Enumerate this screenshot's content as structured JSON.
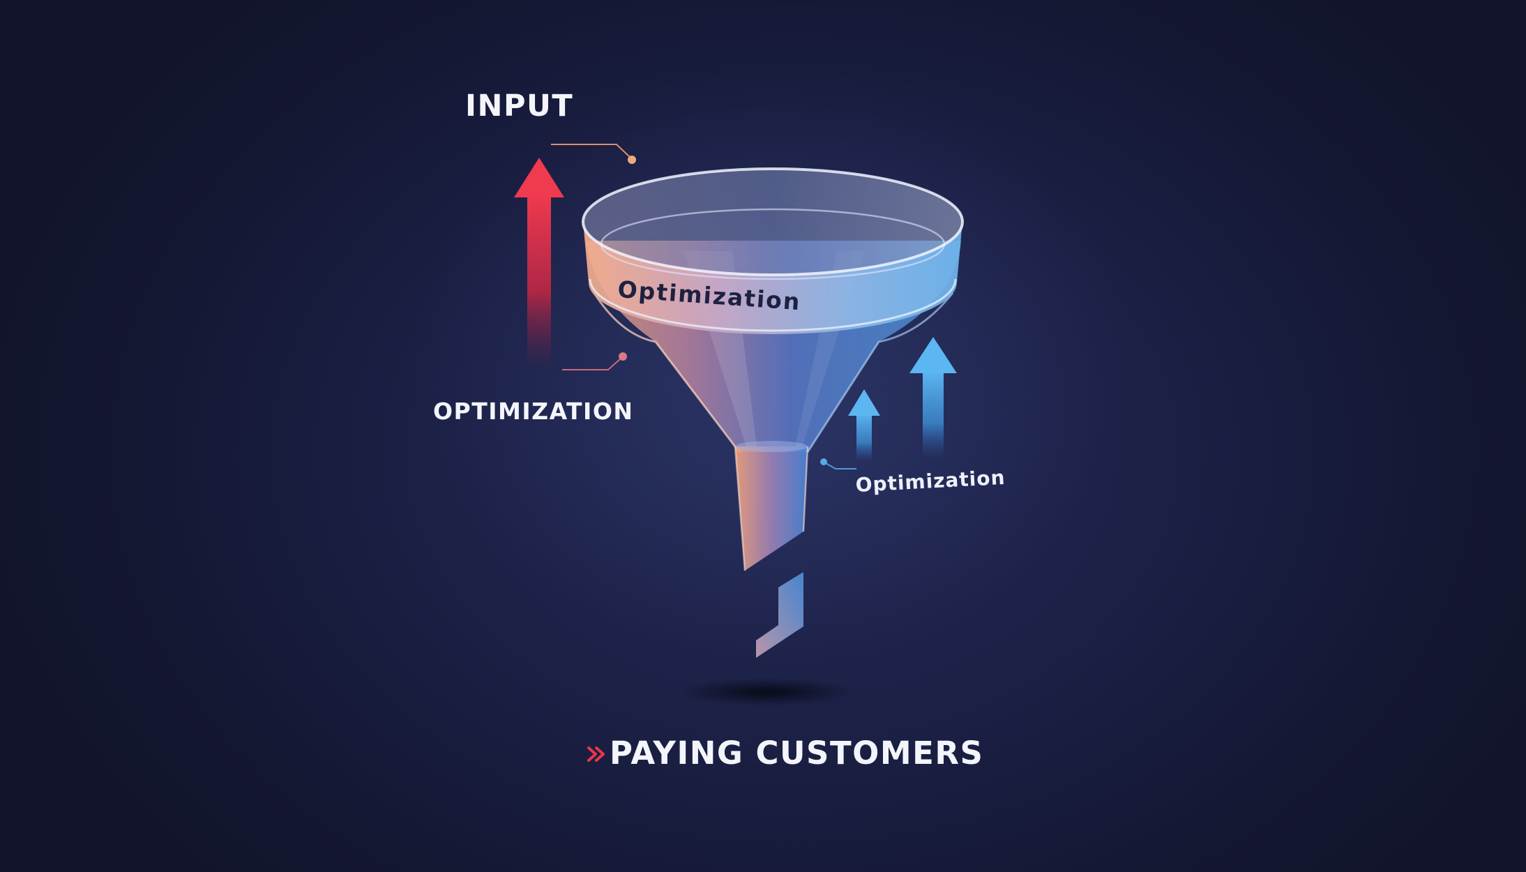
{
  "diagram": {
    "labels": {
      "input": "INPUT",
      "optimization_left": "OPTIMIZATION",
      "funnel_band": "Optimization",
      "optimization_right": "Optimization",
      "output": "PAYING CUSTOMERS"
    },
    "colors": {
      "background": "#1b2045",
      "arrow_red": "#e8354c",
      "arrow_blue": "#4aa3e6",
      "funnel_warm": "#f4a07c",
      "funnel_cool": "#4a86d8",
      "connector_warm": "#d9906e",
      "connector_pink": "#c96a78",
      "text": "#f4f5fb"
    },
    "icons": {
      "output_marker": "double-chevron-right-icon"
    }
  }
}
